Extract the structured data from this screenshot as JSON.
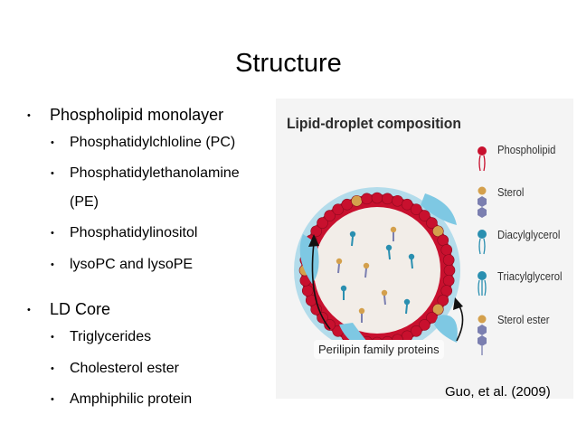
{
  "slide": {
    "title": "Structure",
    "citation": "Guo, et al. (2009)"
  },
  "bullets": {
    "monolayer": {
      "label": "Phospholipid monolayer",
      "items": [
        "Phosphatidylchloline (PC)",
        "Phosphatidylethanolamine",
        "(PE)",
        "Phosphatidylinositol",
        "lysoPC and lysoPE"
      ]
    },
    "core": {
      "label": "LD Core",
      "items": [
        "Triglycerides",
        "Cholesterol ester",
        "Amphiphilic protein"
      ]
    }
  },
  "figure": {
    "title": "Lipid-droplet composition",
    "annotation": "Perilipin family proteins",
    "legend": [
      "Phospholipid",
      "Sterol",
      "Diacylglycerol",
      "Triacylglycerol",
      "Sterol ester"
    ],
    "colors": {
      "phospholipid_head": "#c8102e",
      "protein": "#7ec8e3",
      "sterol_head": "#d4a04c",
      "sterol_ring": "#7b7fb0",
      "glycerol_head": "#2a8fb0"
    }
  }
}
